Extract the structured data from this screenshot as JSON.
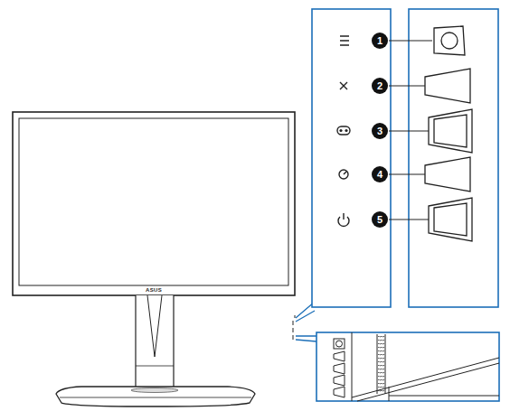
{
  "diagram": {
    "labels": [
      "1",
      "2",
      "3",
      "4",
      "5",
      "ASUS"
    ]
  }
}
